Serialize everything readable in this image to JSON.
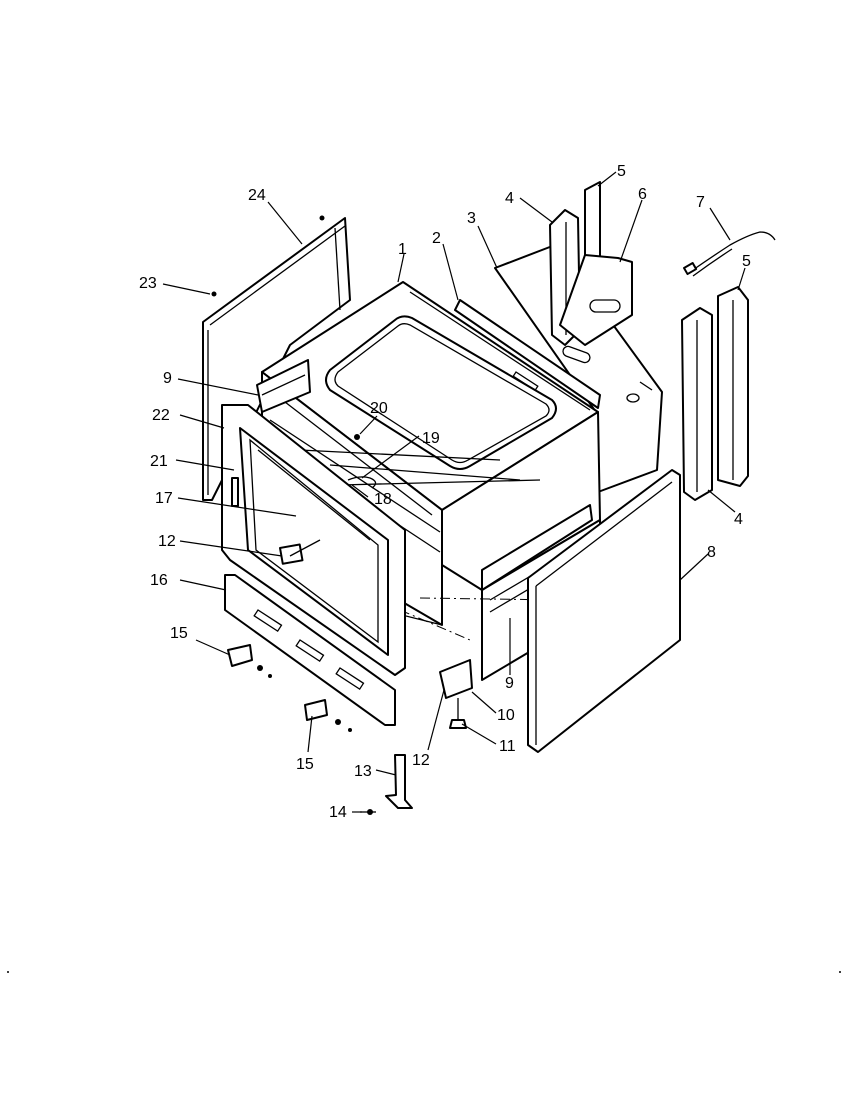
{
  "callouts": [
    {
      "id": "c1",
      "text": "1"
    },
    {
      "id": "c2",
      "text": "2"
    },
    {
      "id": "c3",
      "text": "3"
    },
    {
      "id": "c4a",
      "text": "4"
    },
    {
      "id": "c4b",
      "text": "4"
    },
    {
      "id": "c5a",
      "text": "5"
    },
    {
      "id": "c5b",
      "text": "5"
    },
    {
      "id": "c6",
      "text": "6"
    },
    {
      "id": "c7",
      "text": "7"
    },
    {
      "id": "c8",
      "text": "8"
    },
    {
      "id": "c9a",
      "text": "9"
    },
    {
      "id": "c9b",
      "text": "9"
    },
    {
      "id": "c10",
      "text": "10"
    },
    {
      "id": "c11",
      "text": "11"
    },
    {
      "id": "c12a",
      "text": "12"
    },
    {
      "id": "c12b",
      "text": "12"
    },
    {
      "id": "c13",
      "text": "13"
    },
    {
      "id": "c14",
      "text": "14"
    },
    {
      "id": "c15a",
      "text": "15"
    },
    {
      "id": "c15b",
      "text": "15"
    },
    {
      "id": "c16",
      "text": "16"
    },
    {
      "id": "c17",
      "text": "17"
    },
    {
      "id": "c18",
      "text": "18"
    },
    {
      "id": "c19",
      "text": "19"
    },
    {
      "id": "c20",
      "text": "20"
    },
    {
      "id": "c21",
      "text": "21"
    },
    {
      "id": "c22",
      "text": "22"
    },
    {
      "id": "c23",
      "text": "23"
    },
    {
      "id": "c24",
      "text": "24"
    }
  ]
}
